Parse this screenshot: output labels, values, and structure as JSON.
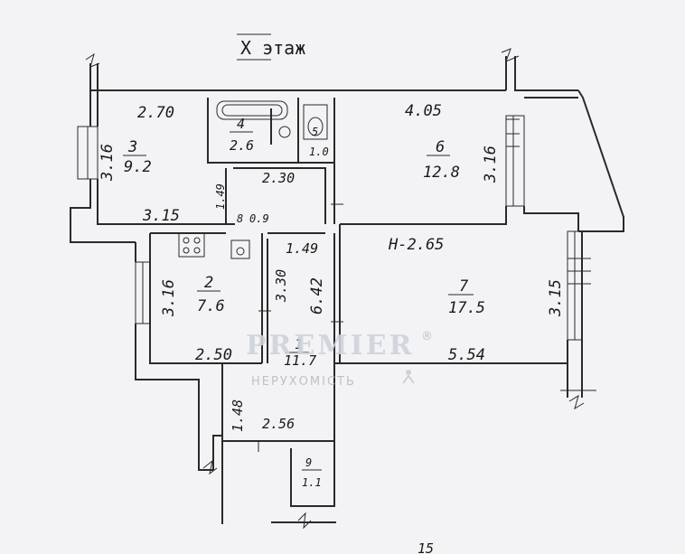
{
  "title": "Х этаж",
  "watermark": {
    "brand": "PREMIER",
    "reg_mark": "®",
    "subtitle": "НЕРУХОМІСТЬ"
  },
  "rooms": [
    {
      "id": "3",
      "area": "9.2"
    },
    {
      "id": "4",
      "area": "2.6"
    },
    {
      "id": "5",
      "area": "1.0"
    },
    {
      "id": "6",
      "area": "12.8"
    },
    {
      "id": "8",
      "area": "0.9"
    },
    {
      "id": "2",
      "area": "7.6"
    },
    {
      "id": "7",
      "area": "17.5"
    },
    {
      "id": "1",
      "area": "11.7"
    },
    {
      "id": "9",
      "area": "1.1"
    }
  ],
  "dimensions": {
    "r3_top": "2.70",
    "r3_side": "3.16",
    "r3_bottom": "3.15",
    "hall_top": "2.30",
    "hall_small": "1.49",
    "r6_top": "4.05",
    "r6_side": "3.16",
    "ceiling": "Н-2.65",
    "r2_side": "3.16",
    "r2_bottom": "2.50",
    "r2_inner": "3.30",
    "corridor_w": "1.49",
    "corridor_len": "6.42",
    "r7_side": "3.15",
    "r7_bottom": "5.54",
    "lower_side": "1.48",
    "lower_w": "2.56"
  },
  "bottom_cut": "15"
}
